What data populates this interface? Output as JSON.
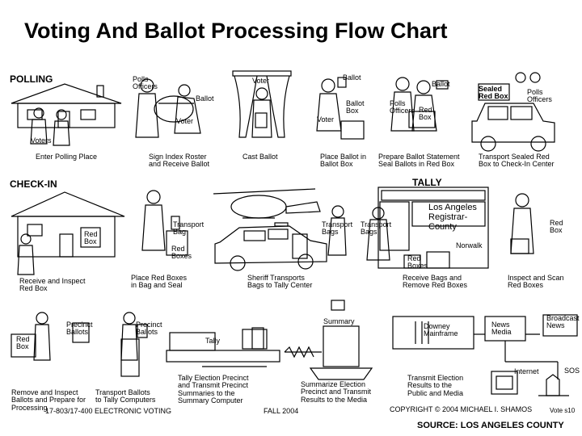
{
  "title": "Voting And Ballot Processing Flow Chart",
  "sections": {
    "polling": "POLLING",
    "checkin": "CHECK-IN",
    "tally": "TALLY"
  },
  "polling_labels": {
    "polls_officers": "Polls\nOfficers",
    "ballot_1": "Ballot",
    "voter_1": "Voter",
    "voters": "Voters",
    "voter_booth": "Voter",
    "ballot_2": "Ballot",
    "ballot_box": "Ballot\nBox",
    "voter_3": "Voter",
    "ballot_3": "Ballot",
    "polls_officers_2": "Polls\nOfficers",
    "red_box": "Red\nBox",
    "sealed_red_box": "Sealed\nRed Box",
    "polls_officers_3": "Polls\nOfficers"
  },
  "polling_captions": {
    "c1": "Enter Polling Place",
    "c2": "Sign Index Roster\nand Receive Ballot",
    "c3": "Cast Ballot",
    "c4": "Place Ballot in\nBallot Box",
    "c5": "Prepare Ballot Statement\nSeal Ballots in Red Box",
    "c6": "Transport Sealed Red\nBox to Check-In Center"
  },
  "checkin_labels": {
    "red_box_1": "Red\nBox",
    "transport_bag": "Transport\nBag",
    "red_boxes": "Red\nBoxes",
    "transport_bags": "Transport\nBags",
    "transport_bags_2": "Transport\nBags",
    "red_boxes_2": "Red\nBoxes",
    "red_box_3": "Red\nBox",
    "registrar_1": "Los Angeles",
    "registrar_2": "Registrar-",
    "registrar_3": "County",
    "norwalk": "Norwalk"
  },
  "checkin_captions": {
    "c1": "Receive and Inspect\nRed Box",
    "c2": "Place Red Boxes\nin Bag and Seal",
    "c3": "Sheriff Transports\nBags to Tally Center",
    "c4": "Receive Bags and\nRemove Red Boxes",
    "c5": "Inspect and Scan\nRed Boxes"
  },
  "tally_labels": {
    "precinct_ballots_1": "Precinct\nBallots",
    "precinct_ballots_2": "Precinct\nBallots",
    "red_box": "Red\nBox",
    "tally": "Tally",
    "summary": "Summary",
    "downey": "Downey\nMainframe",
    "news_media": "News\nMedia",
    "broadcast_news": "Broadcast\nNews",
    "internet": "Internet",
    "sos": "SOS"
  },
  "tally_captions": {
    "c1": "Remove and Inspect\nBallots and Prepare for\nProcessing",
    "c2": "Transport Ballots\nto Tally Computers",
    "c3": "Tally Election Precinct\nand Transmit Precinct\nSummaries to the\nSummary Computer",
    "c4": "Summarize Election\nPrecinct and Transmit\nResults to the Media",
    "c5": "Transmit Election\nResults to the\nPublic and Media"
  },
  "footer": {
    "course": "17-803/17-400 ELECTRONIC VOTING",
    "term": "FALL 2004",
    "copyright": "COPYRIGHT © 2004 MICHAEL I. SHAMOS",
    "slide": "Vote s10",
    "source": "SOURCE: LOS ANGELES COUNTY"
  }
}
